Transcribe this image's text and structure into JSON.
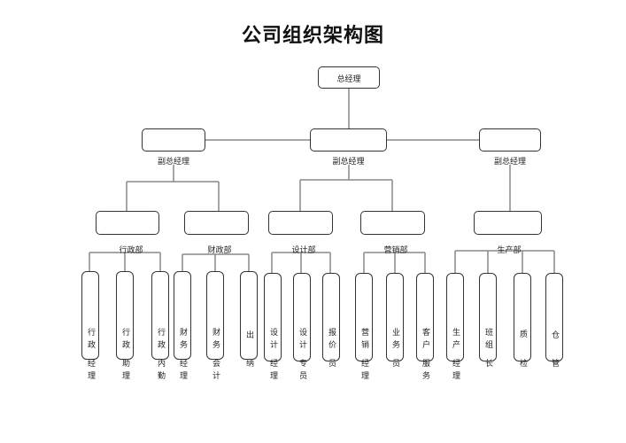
{
  "title": "公司组织架构图",
  "ceo": "总经理",
  "vps": [
    "副总经理",
    "副总经理",
    "副总经理"
  ],
  "departments": [
    "行政部",
    "财政部",
    "设计部",
    "营销部",
    "生产部"
  ],
  "staff": [
    {
      "top": "行政",
      "bottom": "经理"
    },
    {
      "top": "行政",
      "bottom": "助理"
    },
    {
      "top": "行政",
      "bottom": "内勤"
    },
    {
      "top": "财务",
      "bottom": "经理"
    },
    {
      "top": "财务",
      "bottom": "会计"
    },
    {
      "top": "出",
      "bottom": "纳"
    },
    {
      "top": "设计",
      "bottom": "经理"
    },
    {
      "top": "设计",
      "bottom": "专员"
    },
    {
      "top": "报价",
      "bottom": "员"
    },
    {
      "top": "营销",
      "bottom": "经理"
    },
    {
      "top": "业务",
      "bottom": "员"
    },
    {
      "top": "客户",
      "bottom": "服务"
    },
    {
      "top": "生产",
      "bottom": "经理"
    },
    {
      "top": "班组",
      "bottom": "长"
    },
    {
      "top": "质",
      "bottom": "检"
    },
    {
      "top": "仓",
      "bottom": "管"
    }
  ]
}
